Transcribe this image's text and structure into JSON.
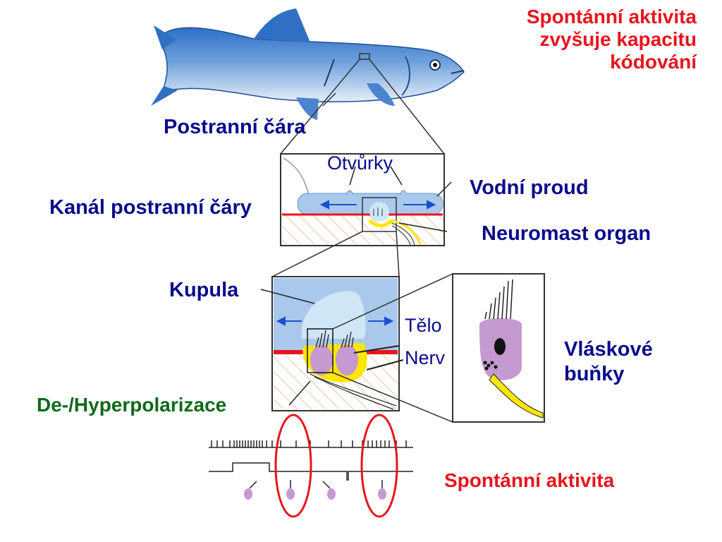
{
  "labels": {
    "title_line1": "Spontánní aktivita",
    "title_line2": "zvyšuje kapacitu",
    "title_line3": "kódování",
    "postranni_cara": "Postranní čára",
    "otvurky": "Otvůrky",
    "vodni_proud": "Vodní proud",
    "kanal": "Kanál postranní čáry",
    "neuromast": "Neuromast organ",
    "kupula": "Kupula",
    "telo": "Tělo",
    "nerv": "Nerv",
    "vlaskove_1": "Vláskové",
    "vlaskove_2": "buňky",
    "depol": "De-/Hyperpolarizace",
    "spontanni": "Spontánní aktivita"
  },
  "colors": {
    "label_blue": "#0a0a8c",
    "label_red": "#e8141e",
    "label_green": "#0d6a1c",
    "water": "#a9c8ec",
    "fish": "#3c78c8",
    "cupula": "#cfe6f6",
    "hair_cell": "#c59ad0",
    "nerve_yellow": "#ffe600",
    "red_line": "#e8141e"
  }
}
